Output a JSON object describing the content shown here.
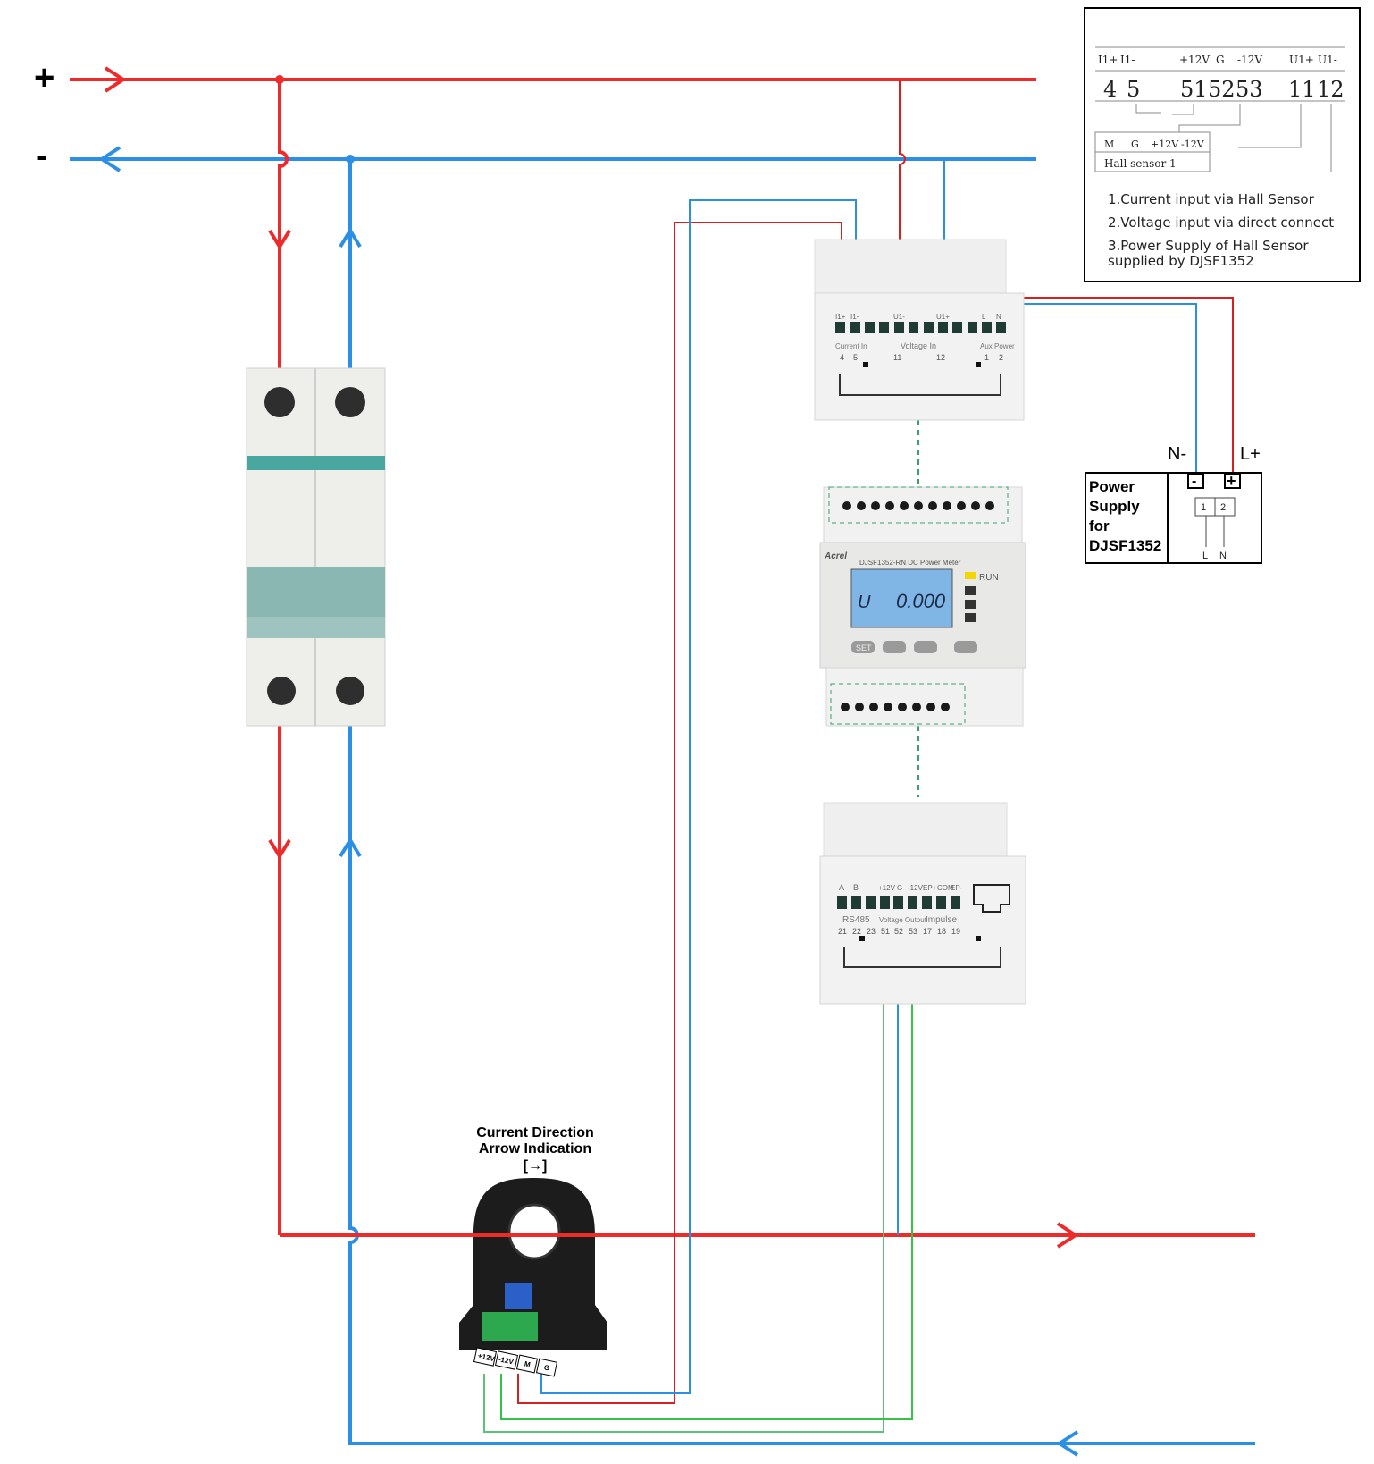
{
  "rails": {
    "plus": "+",
    "minus": "-"
  },
  "colors": {
    "positive": "#ee2b2b",
    "negative": "#2b8fe4",
    "signal_green": "#36c24a",
    "dashed": "#3aa06a"
  },
  "legend": {
    "terminals_top": [
      "I1+",
      "I1-",
      "+12V",
      "G",
      "-12V",
      "U1+",
      "U1-"
    ],
    "terminal_numbers": [
      "4",
      "5",
      "51",
      "52",
      "53",
      "11",
      "12"
    ],
    "hall_terminals": [
      "M",
      "G",
      "+12V",
      "-12V"
    ],
    "hall_label": "Hall sensor 1",
    "notes": [
      "1.Current input via Hall Sensor",
      "2.Voltage input via direct connect",
      "3.Power Supply of Hall Sensor",
      "supplied by DJSF1352"
    ]
  },
  "power_supply": {
    "title_lines": [
      "Power",
      "Supply",
      "for",
      "DJSF1352"
    ],
    "n_label": "N-",
    "l_label": "L+",
    "minus": "-",
    "plus": "+",
    "term1": "1",
    "term2": "2",
    "L": "L",
    "N": "N"
  },
  "meter_top": {
    "labels": [
      "I1+",
      "I1-",
      "U1-",
      "U1+",
      "L",
      "N"
    ],
    "group_current": "Current In",
    "group_voltage": "Voltage In",
    "group_aux": "Aux Power",
    "nums_current": [
      "4",
      "5"
    ],
    "nums_voltage": [
      "11",
      "12"
    ],
    "nums_aux": [
      "1",
      "2"
    ]
  },
  "meter_main": {
    "brand": "Acrel",
    "model": "DJSF1352-RN DC Power Meter",
    "display_unit": "U",
    "display_value": "0.000",
    "run": "RUN",
    "buttons": [
      "SET",
      "",
      "",
      ""
    ]
  },
  "meter_bottom": {
    "labels": [
      "A",
      "B",
      "",
      "+12V",
      "G",
      "-12V",
      "EP+",
      "COM",
      "EP-"
    ],
    "groups": [
      "RS485",
      "Voltage Output",
      "Impulse"
    ],
    "nums": [
      "21",
      "22",
      "23",
      "51",
      "52",
      "53",
      "17",
      "18",
      "19"
    ]
  },
  "hall_sensor": {
    "direction_title": "Current Direction",
    "direction_title2": "Arrow Indication",
    "direction_symbol": "[→]",
    "pins": [
      "+12V",
      "-12V",
      "M",
      "G"
    ]
  }
}
